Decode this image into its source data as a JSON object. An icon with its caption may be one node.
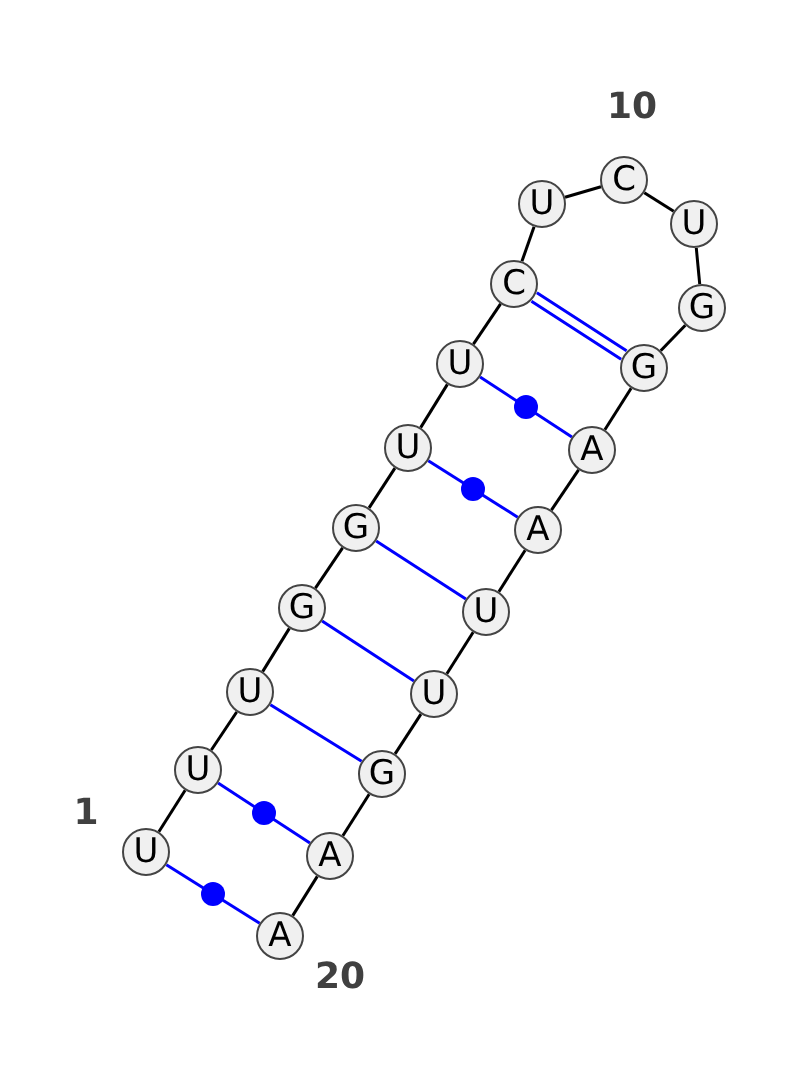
{
  "diagram": {
    "nodes": [
      {
        "text": [
          "U"
        ]
      },
      {
        "text": [
          "U"
        ]
      },
      {
        "text": [
          "U"
        ]
      },
      {
        "text": [
          "G"
        ]
      },
      {
        "text": [
          "G"
        ]
      },
      {
        "text": [
          "U"
        ]
      },
      {
        "text": [
          "U"
        ]
      },
      {
        "text": [
          "C"
        ]
      },
      {
        "text": [
          "U"
        ]
      },
      {
        "text": [
          "C"
        ]
      },
      {
        "text": [
          "U"
        ]
      },
      {
        "text": [
          "G"
        ]
      },
      {
        "text": [
          "G"
        ]
      },
      {
        "text": [
          "A"
        ]
      },
      {
        "text": [
          "A"
        ]
      },
      {
        "text": [
          "U"
        ]
      },
      {
        "text": [
          "U"
        ]
      },
      {
        "text": [
          "G"
        ]
      },
      {
        "text": [
          "A"
        ]
      },
      {
        "text": [
          "A"
        ]
      }
    ],
    "edges": [
      {
        "from": 0,
        "to": 1,
        "arrow": "none"
      },
      {
        "from": 1,
        "to": 2,
        "arrow": "none"
      },
      {
        "from": 2,
        "to": 3,
        "arrow": "none"
      },
      {
        "from": 3,
        "to": 4,
        "arrow": "none"
      },
      {
        "from": 4,
        "to": 5,
        "arrow": "none"
      },
      {
        "from": 5,
        "to": 6,
        "arrow": "none"
      },
      {
        "from": 6,
        "to": 7,
        "arrow": "none"
      },
      {
        "from": 7,
        "to": 8,
        "arrow": "none"
      },
      {
        "from": 8,
        "to": 9,
        "arrow": "none"
      },
      {
        "from": 9,
        "to": 10,
        "arrow": "none"
      },
      {
        "from": 10,
        "to": 11,
        "arrow": "none"
      },
      {
        "from": 11,
        "to": 12,
        "arrow": "none"
      },
      {
        "from": 12,
        "to": 13,
        "arrow": "none"
      },
      {
        "from": 13,
        "to": 14,
        "arrow": "none"
      },
      {
        "from": 14,
        "to": 15,
        "arrow": "none"
      },
      {
        "from": 15,
        "to": 16,
        "arrow": "none"
      },
      {
        "from": 16,
        "to": 17,
        "arrow": "none"
      },
      {
        "from": 17,
        "to": 18,
        "arrow": "none"
      },
      {
        "from": 18,
        "to": 19,
        "arrow": "none"
      },
      {
        "from": 0,
        "to": 19,
        "arrow": "none",
        "color": "#0000ff"
      },
      {
        "from": 1,
        "to": 18,
        "arrow": "none",
        "color": "#0000ff"
      },
      {
        "from": 2,
        "to": 17,
        "arrow": "none",
        "color": "#0000ff"
      },
      {
        "from": 3,
        "to": 16,
        "arrow": "none",
        "color": "#0000ff"
      },
      {
        "from": 4,
        "to": 15,
        "arrow": "none",
        "color": "#0000ff"
      },
      {
        "from": 5,
        "to": 14,
        "arrow": "none",
        "color": "#0000ff"
      },
      {
        "from": 6,
        "to": 13,
        "arrow": "none",
        "color": "#0000ff"
      },
      {
        "from": 7,
        "to": 12,
        "arrow": "none",
        "color": "#0000ff"
      }
    ],
    "labels": [
      "10",
      "1",
      "20"
    ]
  }
}
